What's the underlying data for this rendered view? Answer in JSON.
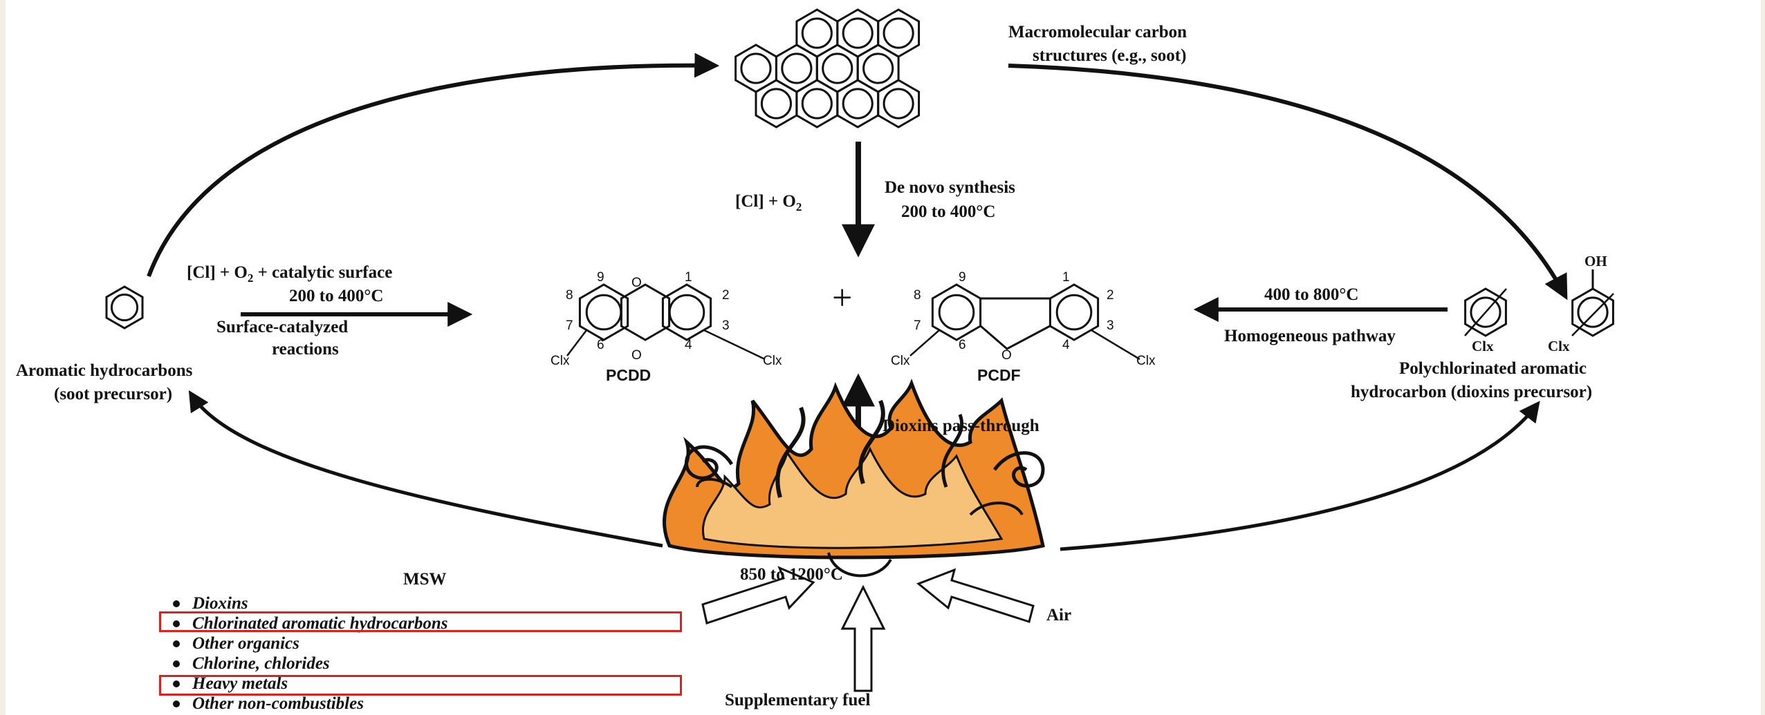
{
  "nodes": {
    "macro": "Macromolecular carbon",
    "macro2": "structures (e.g., soot)",
    "aromatic": "Aromatic hydrocarbons",
    "aromatic2": "(soot precursor)",
    "polychlor": "Polychlorinated aromatic",
    "polychlor2": "hydrocarbon (dioxins precursor)",
    "pcdd": "PCDD",
    "pcdf": "PCDF",
    "oh": "OH",
    "o": "O",
    "clx": "Clx",
    "clx_serif": "Clx",
    "plus": "+"
  },
  "ring_numbers": {
    "pcdd": [
      "9",
      "1",
      "8",
      "2",
      "7",
      "3",
      "6",
      "4"
    ],
    "pcdf": [
      "9",
      "1",
      "8",
      "2",
      "7",
      "3",
      "6",
      "4"
    ]
  },
  "edges": {
    "de_novo": "De novo synthesis",
    "de_novo_temp": "200 to 400°C",
    "cl_o2": "[Cl] + O",
    "cl_o2_sub": "2",
    "surface_top": "[Cl] + O",
    "surface_top_sub": "2",
    "surface_top_rest": " + catalytic surface",
    "surface_temp": "200 to 400°C",
    "surface_name": "Surface-catalyzed",
    "surface_name2": "reactions",
    "homog_temp": "400 to 800°C",
    "homog_name": "Homogeneous pathway",
    "pass_through": "Dioxins pass-through"
  },
  "combustion": {
    "temp": "850 to 1200°C",
    "air": "Air",
    "fuel": "Supplementary fuel"
  },
  "msw": {
    "title": "MSW",
    "items": [
      "Dioxins",
      "Chlorinated aromatic hydrocarbons",
      "Other organics",
      "Chlorine, chlorides",
      "Heavy metals",
      "Other non-combustibles"
    ],
    "highlight_color": "#e0201c"
  },
  "colors": {
    "flame_orange": "#ee8a2a",
    "flame_light": "#f6c27a",
    "ink": "#111111"
  }
}
